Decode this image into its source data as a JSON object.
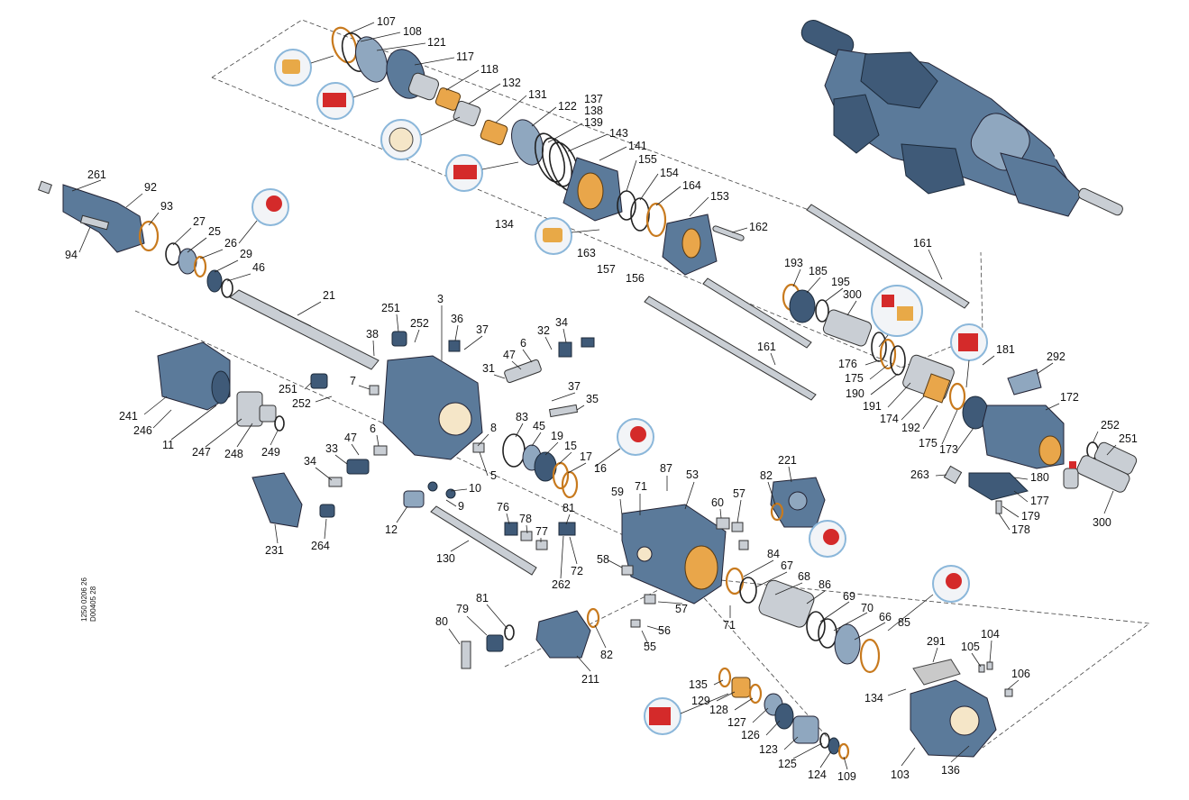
{
  "labels": {
    "l107": "107",
    "l108": "108",
    "l121": "121",
    "l117": "117",
    "l118": "118",
    "l132": "132",
    "l131": "131",
    "l122": "122",
    "l137": "137",
    "l138": "138",
    "l139": "139",
    "l143": "143",
    "l141": "141",
    "l155": "155",
    "l154": "154",
    "l164": "164",
    "l153": "153",
    "l162": "162",
    "l134a": "134",
    "l163": "163",
    "l157": "157",
    "l156": "156",
    "l261": "261",
    "l92": "92",
    "l93": "93",
    "l94": "94",
    "l27": "27",
    "l25": "25",
    "l26": "26",
    "l29": "29",
    "l46": "46",
    "l21": "21",
    "l161a": "161",
    "l161b": "161",
    "l193": "193",
    "l185": "185",
    "l195": "195",
    "l300a": "300",
    "l251a": "251",
    "l252a": "252",
    "l3": "3",
    "l36": "36",
    "l37a": "37",
    "l32": "32",
    "l34a": "34",
    "l38": "38",
    "l6a": "6",
    "l47a": "47",
    "l31": "31",
    "l181": "181",
    "l292": "292",
    "l176": "176",
    "l175a": "175",
    "l190": "190",
    "l191": "191",
    "l174": "174",
    "l192": "192",
    "l175b": "175",
    "l173": "173",
    "l172": "172",
    "l241": "241",
    "l246": "246",
    "l11": "11",
    "l247": "247",
    "l248": "248",
    "l249": "249",
    "l251b": "251",
    "l252b": "252",
    "l7": "7",
    "l37b": "37",
    "l35": "35",
    "l8": "8",
    "l83": "83",
    "l45": "45",
    "l19": "19",
    "l15": "15",
    "l17": "17",
    "l16": "16",
    "l252c": "252",
    "l251c": "251",
    "l263": "263",
    "l180": "180",
    "l177": "177",
    "l179": "179",
    "l178": "178",
    "l300b": "300",
    "l33": "33",
    "l47b": "47",
    "l6b": "6",
    "l34b": "34",
    "l5": "5",
    "l10": "10",
    "l9": "9",
    "l87": "87",
    "l71a": "71",
    "l53": "53",
    "l59": "59",
    "l82a": "82",
    "l221": "221",
    "l60": "60",
    "l57a": "57",
    "l231": "231",
    "l264": "264",
    "l12": "12",
    "l76": "76",
    "l78": "78",
    "l77": "77",
    "l81a": "81",
    "l130": "130",
    "l262": "262",
    "l72": "72",
    "l58": "58",
    "l84": "84",
    "l67": "67",
    "l68": "68",
    "l86": "86",
    "l57b": "57",
    "l71b": "71",
    "l69": "69",
    "l70": "70",
    "l66": "66",
    "l85": "85",
    "l80": "80",
    "l79": "79",
    "l81b": "81",
    "l56": "56",
    "l55": "55",
    "l82b": "82",
    "l211": "211",
    "l291": "291",
    "l105": "105",
    "l104": "104",
    "l106": "106",
    "l135": "135",
    "l129": "129",
    "l128": "128",
    "l127": "127",
    "l126": "126",
    "l123": "123",
    "l125": "125",
    "l124": "124",
    "l109": "109",
    "l134b": "134",
    "l103": "103",
    "l136": "136"
  },
  "side_codes": {
    "code1": "1250 0206 26",
    "code2": "D00405 28"
  },
  "colors": {
    "part": "#5b7a9a",
    "bronze": "#e9a64a",
    "seal_red": "#d42a2a",
    "callout_border": "#8bb7da"
  }
}
